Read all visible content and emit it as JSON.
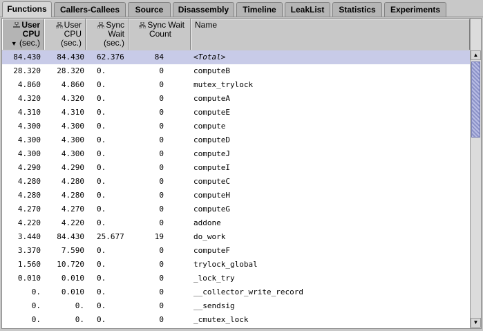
{
  "tabs": [
    {
      "label": "Functions",
      "active": true
    },
    {
      "label": "Callers-Callees",
      "active": false
    },
    {
      "label": "Source",
      "active": false
    },
    {
      "label": "Disassembly",
      "active": false
    },
    {
      "label": "Timeline",
      "active": false
    },
    {
      "label": "LeakList",
      "active": false
    },
    {
      "label": "Statistics",
      "active": false
    },
    {
      "label": "Experiments",
      "active": false
    }
  ],
  "columns": {
    "user_cpu_excl": {
      "l1": "User",
      "l2": "CPU",
      "l3": "(sec.)",
      "sort_icon": "▼"
    },
    "user_cpu_incl": {
      "l1": "User",
      "l2": "CPU",
      "l3": "(sec.)"
    },
    "sync_wait": {
      "l1": "Sync",
      "l2": "Wait",
      "l3": "(sec.)"
    },
    "sync_count": {
      "l1": "Sync Wait",
      "l2": "Count"
    },
    "name": {
      "l1": "Name"
    }
  },
  "rows": [
    {
      "excl": "84.430",
      "incl": "84.430",
      "sync": "62.376",
      "count": "84",
      "name": "<Total>",
      "selected": true
    },
    {
      "excl": "28.320",
      "incl": "28.320",
      "sync": "0.",
      "count": "0",
      "name": "computeB"
    },
    {
      "excl": "4.860",
      "incl": "4.860",
      "sync": "0.",
      "count": "0",
      "name": "mutex_trylock"
    },
    {
      "excl": "4.320",
      "incl": "4.320",
      "sync": "0.",
      "count": "0",
      "name": "computeA"
    },
    {
      "excl": "4.310",
      "incl": "4.310",
      "sync": "0.",
      "count": "0",
      "name": "computeE"
    },
    {
      "excl": "4.300",
      "incl": "4.300",
      "sync": "0.",
      "count": "0",
      "name": "compute"
    },
    {
      "excl": "4.300",
      "incl": "4.300",
      "sync": "0.",
      "count": "0",
      "name": "computeD"
    },
    {
      "excl": "4.300",
      "incl": "4.300",
      "sync": "0.",
      "count": "0",
      "name": "computeJ"
    },
    {
      "excl": "4.290",
      "incl": "4.290",
      "sync": "0.",
      "count": "0",
      "name": "computeI"
    },
    {
      "excl": "4.280",
      "incl": "4.280",
      "sync": "0.",
      "count": "0",
      "name": "computeC"
    },
    {
      "excl": "4.280",
      "incl": "4.280",
      "sync": "0.",
      "count": "0",
      "name": "computeH"
    },
    {
      "excl": "4.270",
      "incl": "4.270",
      "sync": "0.",
      "count": "0",
      "name": "computeG"
    },
    {
      "excl": "4.220",
      "incl": "4.220",
      "sync": "0.",
      "count": "0",
      "name": "addone"
    },
    {
      "excl": "3.440",
      "incl": "84.430",
      "sync": "25.677",
      "count": "19",
      "name": "do_work"
    },
    {
      "excl": "3.370",
      "incl": "7.590",
      "sync": "0.",
      "count": "0",
      "name": "computeF"
    },
    {
      "excl": "1.560",
      "incl": "10.720",
      "sync": "0.",
      "count": "0",
      "name": "trylock_global"
    },
    {
      "excl": "0.010",
      "incl": "0.010",
      "sync": "0.",
      "count": "0",
      "name": "_lock_try"
    },
    {
      "excl": "0.",
      "incl": "0.010",
      "sync": "0.",
      "count": "0",
      "name": "__collector_write_record"
    },
    {
      "excl": "0.",
      "incl": "0.",
      "sync": "0.",
      "count": "0",
      "name": "__sendsig"
    },
    {
      "excl": "0.",
      "incl": "0.",
      "sync": "0.",
      "count": "0",
      "name": "_cmutex_lock"
    }
  ],
  "scrollbar": {
    "up_icon": "▲",
    "down_icon": "▼"
  },
  "colors": {
    "selected_row": "#c8cbe8",
    "scroll_thumb": "#9aa0d0"
  }
}
